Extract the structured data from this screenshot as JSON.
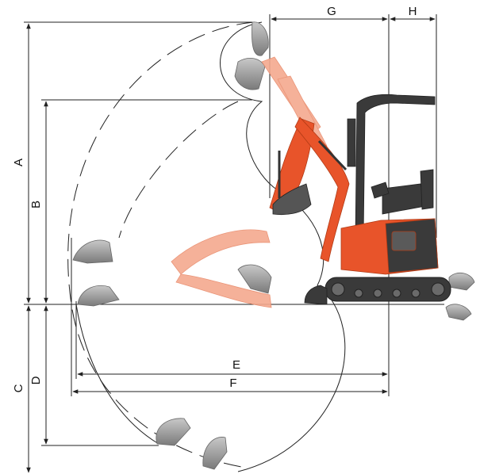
{
  "dimensions": {
    "A": "A",
    "B": "B",
    "C": "C",
    "D": "D",
    "E": "E",
    "F": "F",
    "G": "G",
    "H": "H"
  },
  "colors": {
    "machine_orange": "#e8542a",
    "ghost_orange": "#f5a98f",
    "machine_dark": "#3a3a3a",
    "bucket_grey": "#9a9a9a",
    "line": "#222222"
  }
}
